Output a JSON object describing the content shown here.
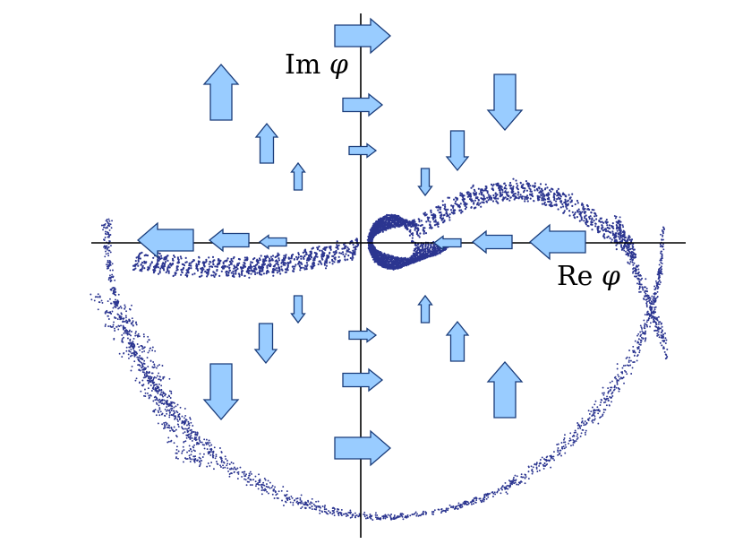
{
  "labels": {
    "imag_axis": {
      "fn": "Im",
      "symbol": "φ"
    },
    "real_axis": {
      "fn": "Re",
      "symbol": "φ"
    }
  },
  "colors": {
    "arrow_fill": "#99ccff",
    "arrow_stroke": "#1a3c7a",
    "orbit": "#2b3590",
    "axis": "#000000"
  },
  "arrows": [
    {
      "id": "arrow-imag-top-1",
      "dir": "right",
      "size": "large"
    },
    {
      "id": "arrow-imag-top-2",
      "dir": "right",
      "size": "medium"
    },
    {
      "id": "arrow-imag-top-3",
      "dir": "right",
      "size": "small"
    },
    {
      "id": "arrow-imag-bottom-1",
      "dir": "right",
      "size": "small"
    },
    {
      "id": "arrow-imag-bottom-2",
      "dir": "right",
      "size": "medium"
    },
    {
      "id": "arrow-imag-bottom-3",
      "dir": "right",
      "size": "large"
    },
    {
      "id": "arrow-real-left-1",
      "dir": "left",
      "size": "large"
    },
    {
      "id": "arrow-real-left-2",
      "dir": "left",
      "size": "medium"
    },
    {
      "id": "arrow-real-left-3",
      "dir": "left",
      "size": "small"
    },
    {
      "id": "arrow-real-right-1",
      "dir": "left",
      "size": "small"
    },
    {
      "id": "arrow-real-right-2",
      "dir": "left",
      "size": "medium"
    },
    {
      "id": "arrow-real-right-3",
      "dir": "left",
      "size": "large"
    },
    {
      "id": "arrow-q2-1",
      "dir": "up",
      "size": "large"
    },
    {
      "id": "arrow-q2-2",
      "dir": "up",
      "size": "medium"
    },
    {
      "id": "arrow-q2-3",
      "dir": "up",
      "size": "small"
    },
    {
      "id": "arrow-q1-1",
      "dir": "down",
      "size": "large"
    },
    {
      "id": "arrow-q1-2",
      "dir": "down",
      "size": "medium"
    },
    {
      "id": "arrow-q1-3",
      "dir": "down",
      "size": "small"
    },
    {
      "id": "arrow-q3-1",
      "dir": "down",
      "size": "small"
    },
    {
      "id": "arrow-q3-2",
      "dir": "down",
      "size": "medium"
    },
    {
      "id": "arrow-q3-3",
      "dir": "down",
      "size": "large"
    },
    {
      "id": "arrow-q4-1",
      "dir": "up",
      "size": "small"
    },
    {
      "id": "arrow-q4-2",
      "dir": "up",
      "size": "medium"
    },
    {
      "id": "arrow-q4-3",
      "dir": "up",
      "size": "large"
    }
  ]
}
